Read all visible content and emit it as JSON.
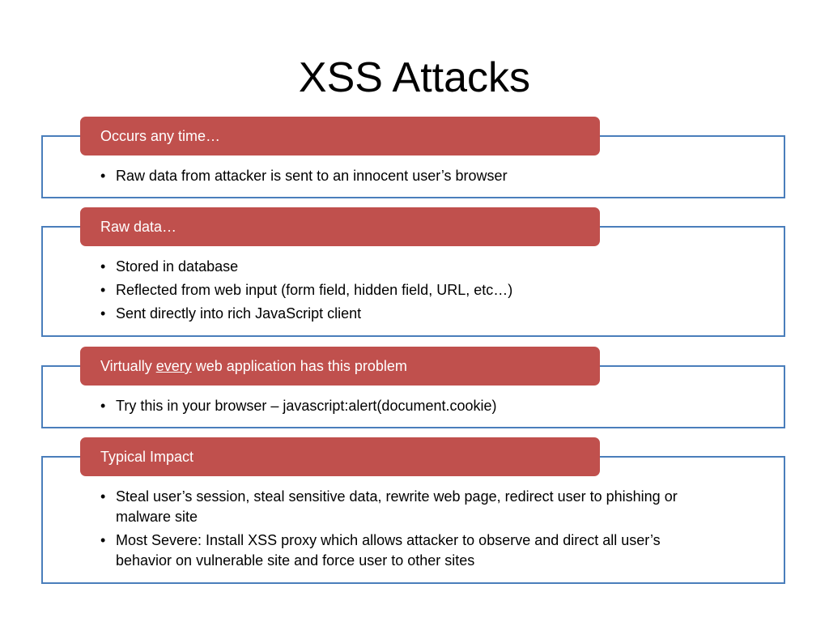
{
  "slide": {
    "title": "XSS Attacks"
  },
  "sections": [
    {
      "header": "Occurs any time…",
      "bullets": [
        "Raw data from attacker is sent to an innocent user’s browser"
      ]
    },
    {
      "header": "Raw data…",
      "bullets": [
        "Stored in database",
        "Reflected from web input (form field, hidden field, URL, etc…)",
        "Sent directly into rich JavaScript client"
      ]
    },
    {
      "header_prefix": "Virtually ",
      "header_emphasis": "every",
      "header_suffix": " web application has this problem",
      "bullets": [
        "Try this in your browser – javascript:alert(document.cookie)"
      ]
    },
    {
      "header": "Typical Impact",
      "bullets": [
        "Steal user’s session, steal sensitive data, rewrite web page, redirect user to phishing or malware site",
        "Most Severe: Install XSS proxy which allows attacker to observe and direct all user’s behavior on vulnerable site and force user to other sites"
      ]
    }
  ],
  "bullet_glyph": "•",
  "colors": {
    "header_fill": "#c0504d",
    "box_border": "#4a7ebb",
    "header_text": "#ffffff"
  }
}
